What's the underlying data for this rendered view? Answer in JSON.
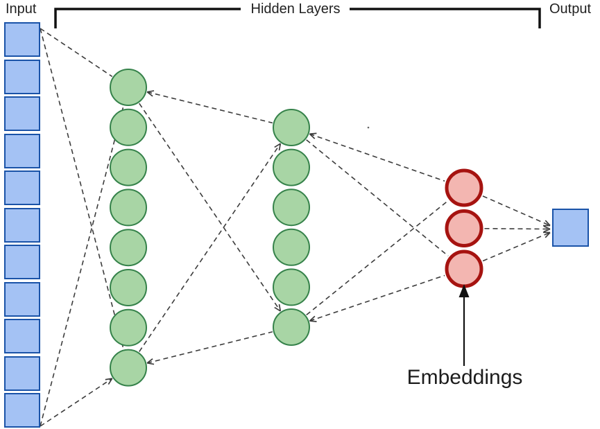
{
  "labels": {
    "input": "Input",
    "hidden_layers": "Hidden Layers",
    "output": "Output",
    "embeddings": "Embeddings"
  },
  "colors": {
    "input_fill": "#a4c2f4",
    "input_stroke": "#1a53a8",
    "hidden_fill": "#a8d5a5",
    "hidden_stroke": "#35824a",
    "embed_fill": "#f3b6b1",
    "embed_stroke": "#a61310",
    "output_fill": "#a4c2f4",
    "output_stroke": "#1a53a8",
    "connector": "#3c3c3c",
    "bracket": "#111111",
    "solid_arrow": "#111111",
    "text": "#212121"
  },
  "network": {
    "input_count": 11,
    "hidden1_count": 8,
    "hidden2_count": 6,
    "embedding_count": 3,
    "output_count": 1,
    "edges": [
      {
        "from": "in_top",
        "to": "h1_0"
      },
      {
        "from": "in_top",
        "to": "h1_7"
      },
      {
        "from": "in_bot",
        "to": "h1_0"
      },
      {
        "from": "in_bot",
        "to": "h1_7",
        "arrow": "to"
      },
      {
        "from": "h1_0",
        "to": "h2_0",
        "arrow": "from"
      },
      {
        "from": "h1_0",
        "to": "h2_5",
        "arrow": "to"
      },
      {
        "from": "h1_7",
        "to": "h2_0",
        "arrow": "to"
      },
      {
        "from": "h1_7",
        "to": "h2_5",
        "arrow": "from"
      },
      {
        "from": "h2_0",
        "to": "e_0",
        "arrow": "from"
      },
      {
        "from": "h2_0",
        "to": "e_2"
      },
      {
        "from": "h2_5",
        "to": "e_0"
      },
      {
        "from": "h2_5",
        "to": "e_2",
        "arrow": "from"
      },
      {
        "from": "e_0",
        "to": "out",
        "arrow": "to"
      },
      {
        "from": "e_1",
        "to": "out",
        "arrow": "to"
      },
      {
        "from": "e_2",
        "to": "out",
        "arrow": "to"
      }
    ]
  }
}
